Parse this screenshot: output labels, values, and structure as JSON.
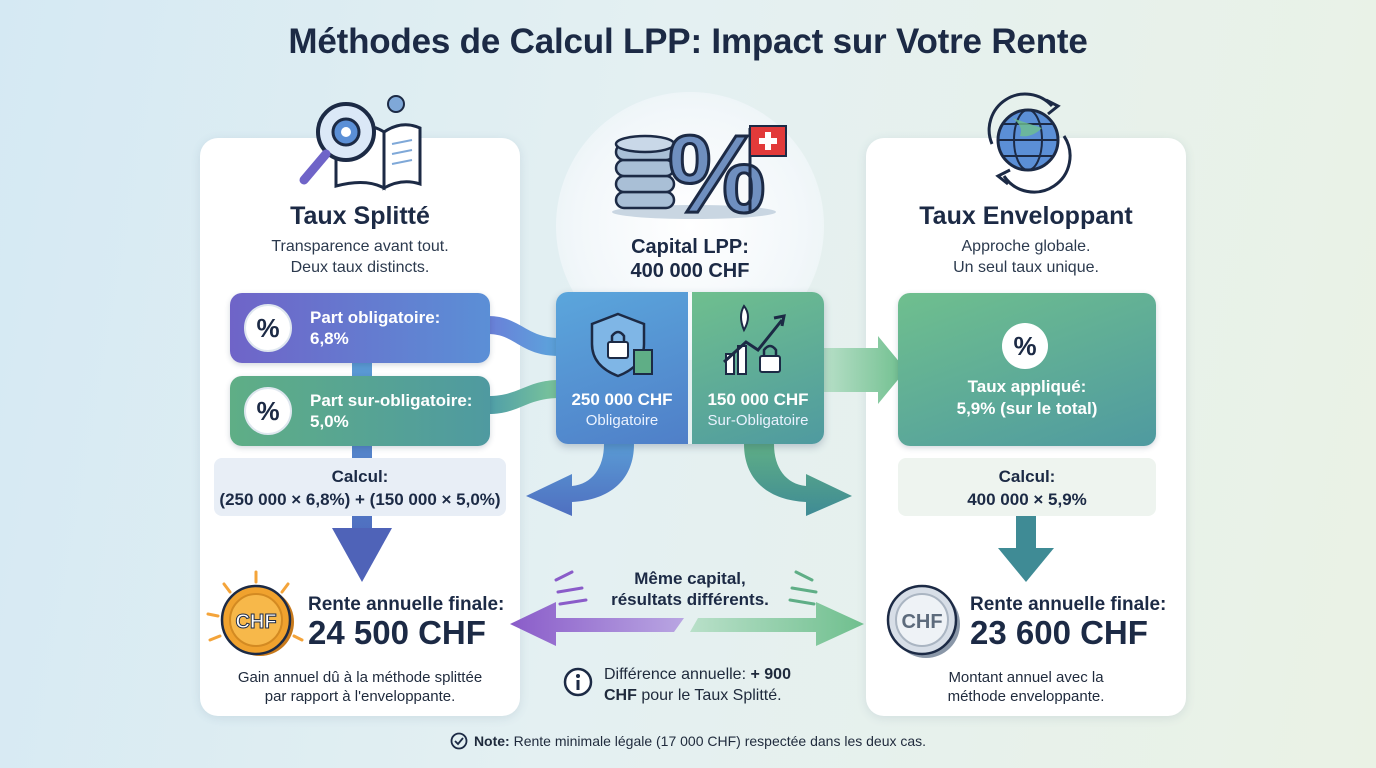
{
  "title": "Méthodes de Calcul LPP: Impact sur Votre Rente",
  "left": {
    "title": "Taux Splitté",
    "subtitle_line1": "Transparence avant tout.",
    "subtitle_line2": "Deux taux distincts.",
    "box1": {
      "label": "Part obligatoire:",
      "value": "6,8%"
    },
    "box2": {
      "label": "Part sur-obligatoire:",
      "value": "5,0%"
    },
    "calc_label": "Calcul:",
    "calc_formula": "(250 000 × 6,8%) + (150 000 × 5,0%)",
    "result_label": "Rente annuelle finale:",
    "result_amount": "24 500 CHF",
    "note_line1": "Gain annuel dû à la méthode splittée",
    "note_line2": "par rapport à l'enveloppante."
  },
  "center": {
    "capital_label": "Capital LPP:",
    "capital_amount": "400 000 CHF",
    "mandatory_amount": "250 000 CHF",
    "mandatory_label": "Obligatoire",
    "extra_amount": "150 000 CHF",
    "extra_label": "Sur-Obligatoire",
    "comparison_line1": "Même capital,",
    "comparison_line2": "résultats différents.",
    "difference_prefix": "Différence annuelle:",
    "difference_value": "+ 900",
    "difference_suffix_bold": "CHF",
    "difference_suffix": "pour le Taux Splitté."
  },
  "right": {
    "title": "Taux Enveloppant",
    "subtitle_line1": "Approche globale.",
    "subtitle_line2": "Un seul taux unique.",
    "box_label": "Taux appliqué:",
    "box_value": "5,9% (sur le total)",
    "calc_label": "Calcul:",
    "calc_formula": "400 000 × 5,9%",
    "result_label": "Rente annuelle finale:",
    "result_amount": "23 600 CHF",
    "note_line1": "Montant annuel avec la",
    "note_line2": "méthode enveloppante."
  },
  "coin_text": "CHF",
  "percent_symbol": "%",
  "footer": {
    "note_bold": "Note:",
    "note_text": "Rente minimale légale (17 000 CHF) respectée dans les deux cas."
  },
  "icons": [
    "magnifier-gear-book-icon",
    "coins-percent-swiss-flag-icon",
    "globe-cycle-icon",
    "shield-lock-icon",
    "growth-lock-icon",
    "info-icon",
    "check-circle-icon"
  ],
  "colors": {
    "splitte_blue": "#5b8fd6",
    "splitte_purple": "#6f64c8",
    "green": "#5fae86",
    "navy": "#1c2a45",
    "gold": "#f0a22e"
  }
}
